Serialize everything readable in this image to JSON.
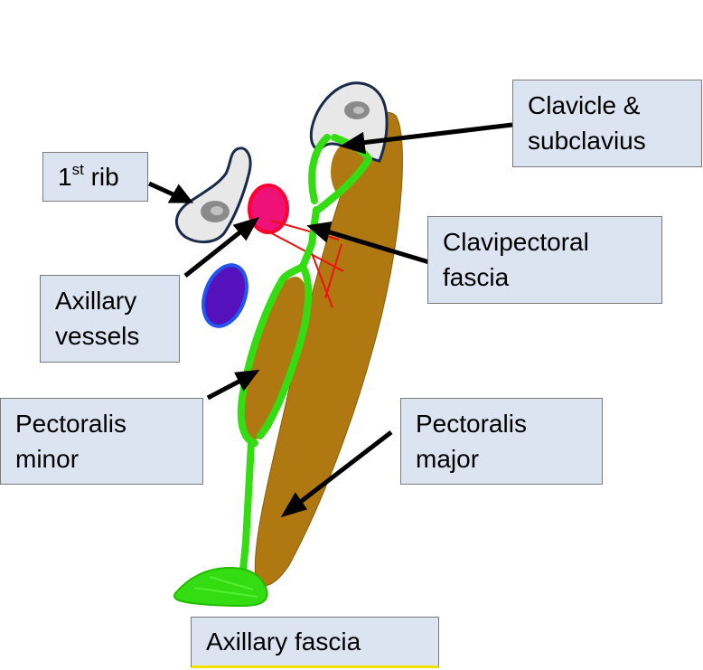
{
  "labels": {
    "first_rib": {
      "number": "1",
      "superscript": "st",
      "word": "rib"
    },
    "clavicle": [
      "Clavicle &",
      "subclavius"
    ],
    "clavipectoral": [
      "Clavipectoral",
      "fascia"
    ],
    "axillary_vessels": [
      "Axillary",
      "vessels"
    ],
    "pectoralis_minor": [
      "Pectoralis",
      "minor"
    ],
    "pectoralis_major": [
      "Pectoralis",
      "major"
    ],
    "axillary_fascia": "Axillary fascia"
  },
  "colors": {
    "label_box": "#dce4f2",
    "label_border": "#7a7a7a",
    "fascia": "#33dd11",
    "muscle": "#b07810",
    "bone_fill": "#e8e8e8",
    "bone_outline": "#1c2a4a",
    "artery": "#ee1177",
    "vein": "#5511bb",
    "vein_outline": "#2255ee",
    "arrow": "#000000",
    "nerve_lines": "#ee1111",
    "underline_accent": "#f2e200"
  }
}
